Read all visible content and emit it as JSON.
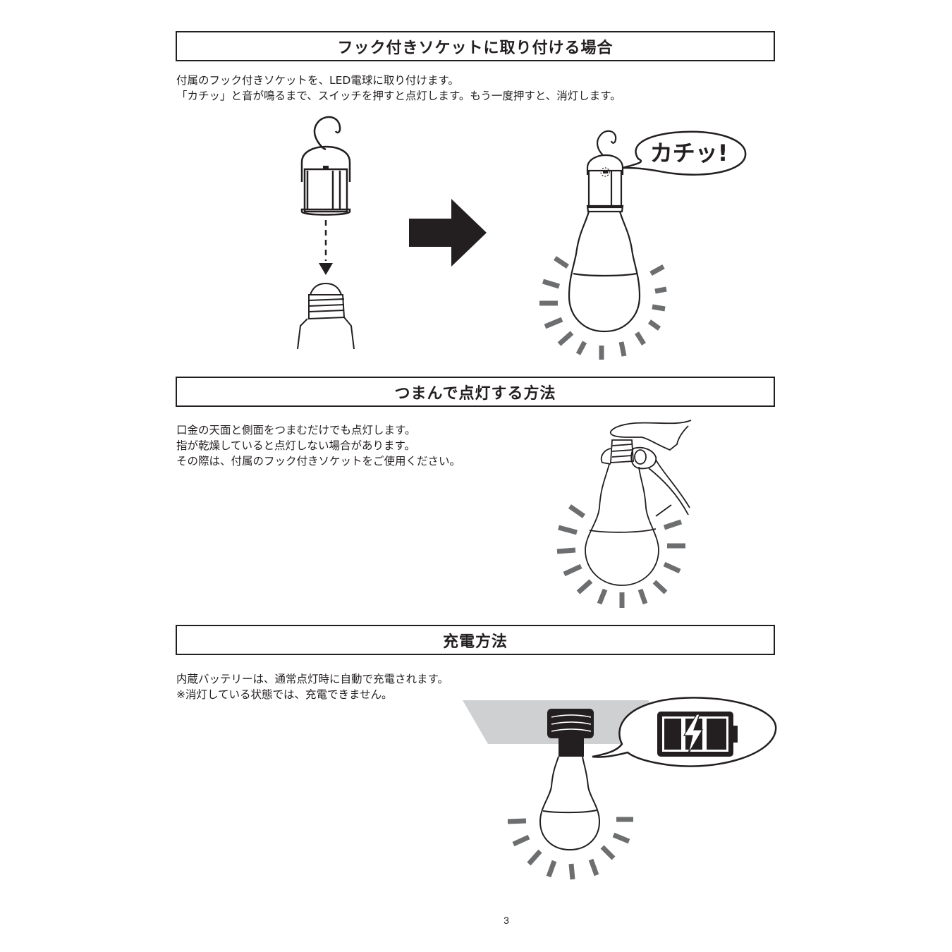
{
  "sections": [
    {
      "title": "フック付きソケットに取り付ける場合",
      "lines": [
        "付属のフック付きソケットを、LED電球に取り付けます。",
        "「カチッ」と音が鳴るまで、スイッチを押すと点灯します。もう一度押すと、消灯します。"
      ],
      "illustration": {
        "callout_text": "カチッ!",
        "icons": [
          "hook-socket-icon",
          "dashed-arrow-down-icon",
          "bulb-base-icon",
          "right-arrow-icon",
          "lit-bulb-with-hook-icon"
        ]
      }
    },
    {
      "title": "つまんで点灯する方法",
      "lines": [
        "口金の天面と側面をつまむだけでも点灯します。",
        "指が乾燥していると点灯しない場合があります。",
        "その際は、付属のフック付きソケットをご使用ください。"
      ],
      "illustration": {
        "icons": [
          "hand-pinching-bulb-icon",
          "light-rays-icon"
        ]
      }
    },
    {
      "title": "充電方法",
      "lines": [
        "内蔵バッテリーは、通常点灯時に自動で充電されます。",
        "※消灯している状態では、充電できません。"
      ],
      "illustration": {
        "icons": [
          "ceiling-socket-icon",
          "lit-bulb-icon",
          "battery-charging-icon"
        ]
      }
    }
  ],
  "colors": {
    "ink": "#231f20",
    "ray": "#6d6e70",
    "ceiling": "#cfd0d1"
  },
  "page_number": "3"
}
